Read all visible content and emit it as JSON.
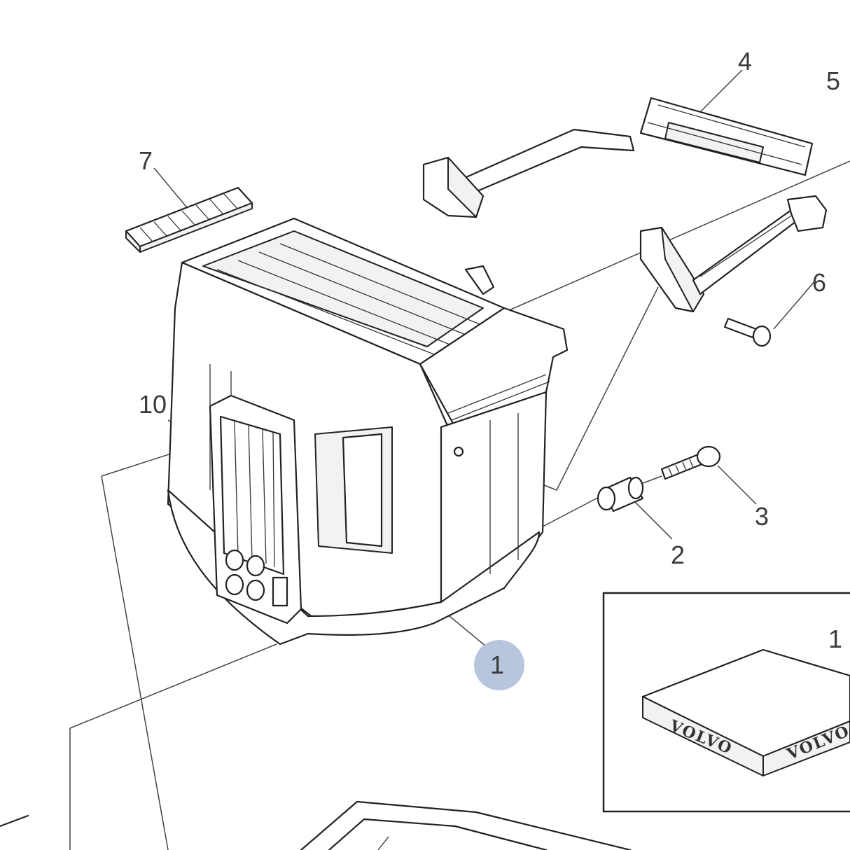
{
  "callouts": [
    {
      "id": "1",
      "label": "1",
      "highlighted": true
    },
    {
      "id": "2",
      "label": "2"
    },
    {
      "id": "3",
      "label": "3"
    },
    {
      "id": "4",
      "label": "4"
    },
    {
      "id": "5",
      "label": "5"
    },
    {
      "id": "6",
      "label": "6"
    },
    {
      "id": "7",
      "label": "7"
    },
    {
      "id": "10",
      "label": "10"
    },
    {
      "id": "inset-1",
      "label": "1"
    }
  ],
  "inset": {
    "brand_text_front": "VOLVO",
    "brand_text_side": "VOLVO"
  },
  "colors": {
    "highlight": "#b7c6dc",
    "line": "#222222",
    "background": "#ffffff"
  }
}
